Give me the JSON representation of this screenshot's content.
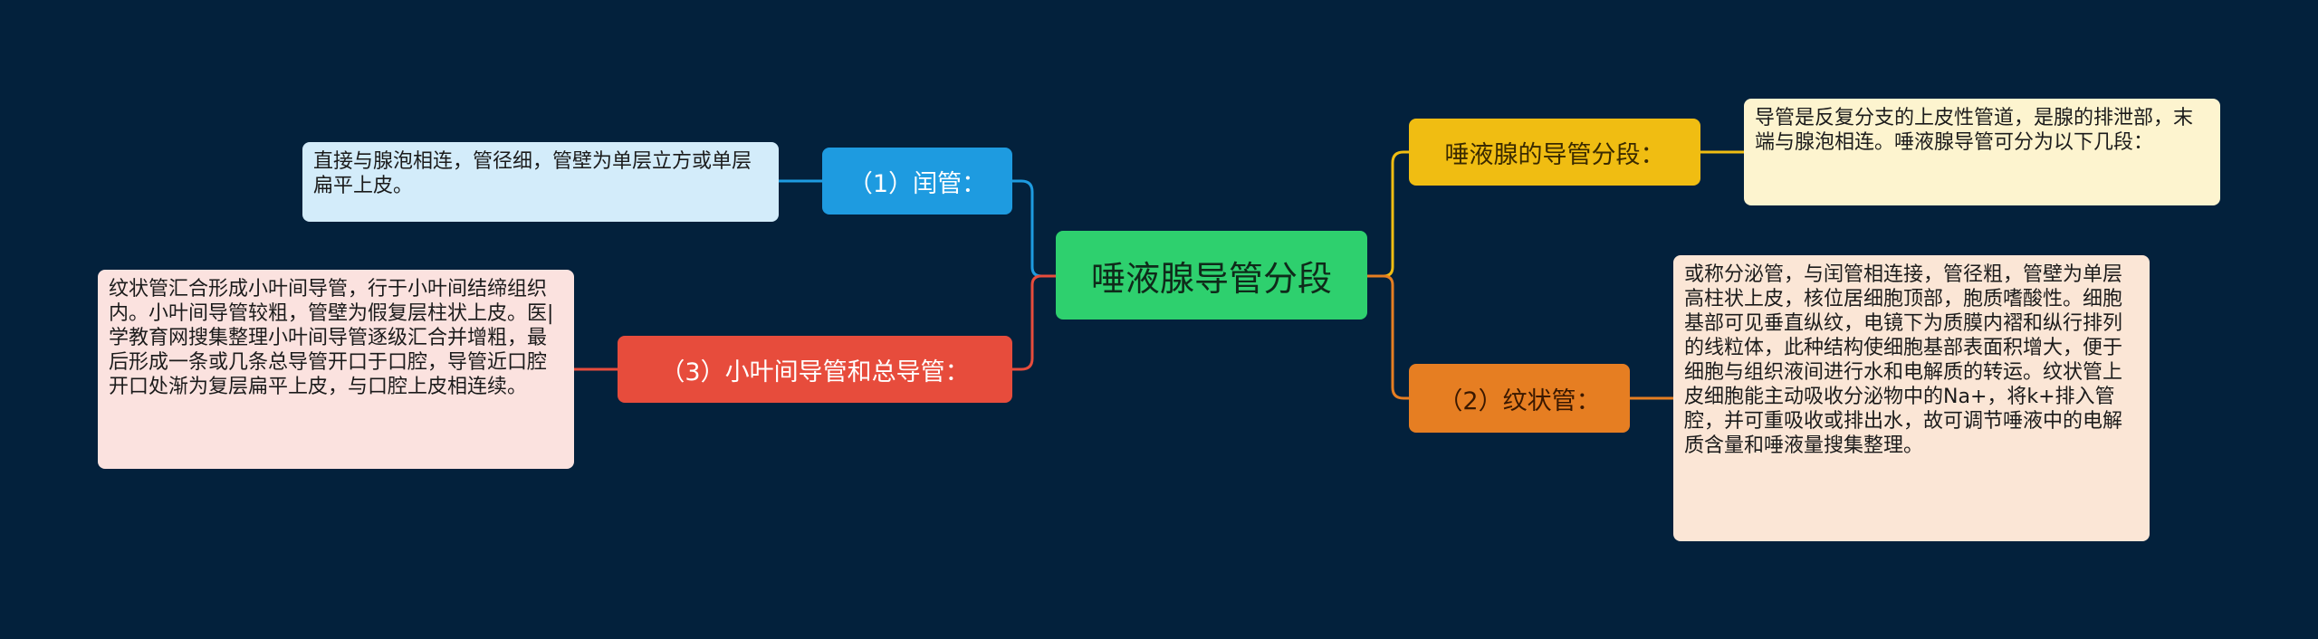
{
  "colors": {
    "background": "#03213c",
    "center": "#2ed06e",
    "yellow": "#f0bd12",
    "orange": "#e67e22",
    "blue": "#1e9be0",
    "red": "#e74c3c"
  },
  "center": {
    "label": "唾液腺导管分段"
  },
  "branches": {
    "duct_segments": {
      "label": "唾液腺的导管分段：",
      "note": "导管是反复分支的上皮性管道，是腺的排泄部，末端与腺泡相连。唾液腺导管可分为以下几段："
    },
    "striated_duct": {
      "label": "（2）纹状管：",
      "note": "或称分泌管，与闰管相连接，管径粗，管壁为单层高柱状上皮，核位居细胞顶部，胞质嗜酸性。细胞基部可见垂直纵纹，电镜下为质膜内褶和纵行排列的线粒体，此种结构使细胞基部表面积增大，便于细胞与组织液间进行水和电解质的转运。纹状管上皮细胞能主动吸收分泌物中的Na+，将k+排入管腔，并可重吸收或排出水，故可调节唾液中的电解质含量和唾液量搜集整理。"
    },
    "intercalated_duct": {
      "label": "（1）闰管：",
      "note": "直接与腺泡相连，管径细，管壁为单层立方或单层扁平上皮。"
    },
    "interlobular_duct": {
      "label": "（3）小叶间导管和总导管：",
      "note": "纹状管汇合形成小叶间导管，行于小叶间结缔组织内。小叶间导管较粗，管壁为假复层柱状上皮。医|学教育网搜集整理小叶间导管逐级汇合并增粗，最后形成一条或几条总导管开口于口腔，导管近口腔开口处渐为复层扁平上皮，与口腔上皮相连续。"
    }
  }
}
